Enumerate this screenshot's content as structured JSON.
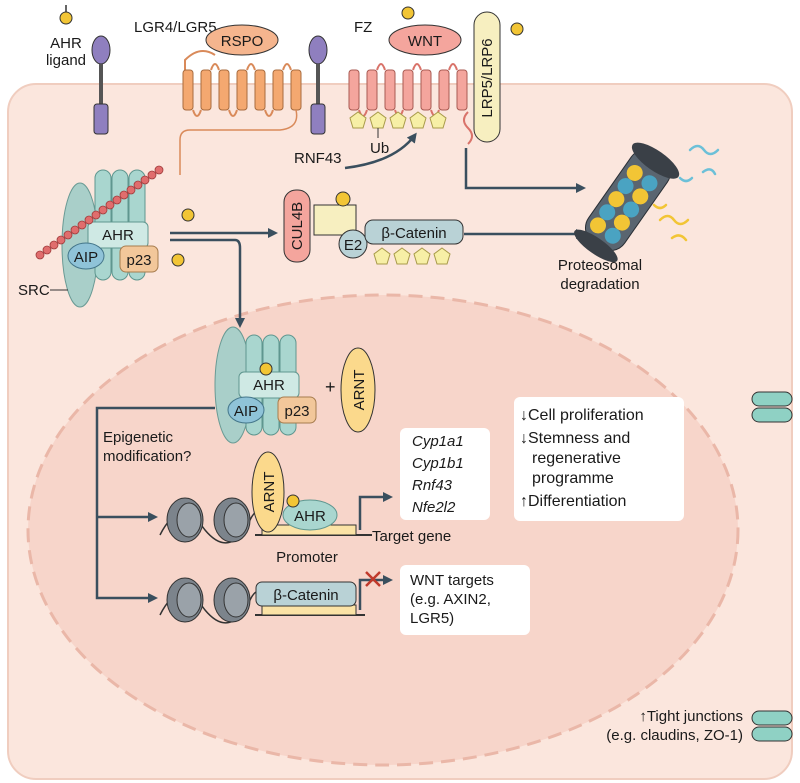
{
  "receptors": {
    "ahr_ligand": "AHR ligand",
    "lgr": "LGR4/LGR5",
    "rspo": "RSPO",
    "fz": "FZ",
    "wnt": "WNT",
    "lrp": "LRP5/LRP6",
    "rnf43": "RNF43",
    "ub": "Ub"
  },
  "cytoplasm": {
    "ahr": "AHR",
    "aip": "AIP",
    "p23": "p23",
    "src": "SRC",
    "cul4b": "CUL4B",
    "e2": "E2",
    "beta_catenin": "β-Catenin",
    "degradation": "Proteosomal degradation"
  },
  "nucleus": {
    "ahr": "AHR",
    "aip": "AIP",
    "p23": "p23",
    "plus": "+",
    "arnt": "ARNT",
    "epigenetic": "Epigenetic modification?",
    "arnt_dna": "ARNT",
    "ahr_dna": "AHR",
    "promoter": "Promoter",
    "target_gene": "Target gene",
    "targets": [
      "Cyp1a1",
      "Cyp1b1",
      "Rnf43",
      "Nfe2l2"
    ],
    "beta_catenin": "β-Catenin",
    "wnt_targets": "WNT targets (e.g. AXIN2, LGR5)"
  },
  "effects": {
    "items": [
      {
        "arrow": "↓",
        "text": "Cell proliferation"
      },
      {
        "arrow": "↓",
        "text": "Stemness and regenerative programme"
      },
      {
        "arrow": "↑",
        "text": "Differentiation"
      }
    ]
  },
  "junctions": {
    "text": "↑Tight junctions (e.g. claudins, ZO-1)"
  },
  "colors": {
    "cell": "#fbe6dd",
    "cell_border": "#f0cdbf",
    "nucleus": "#f7d5ca",
    "ahr": "#a9d6cf",
    "aip": "#8fc3d8",
    "p23": "#f2c79a",
    "arnt": "#fbd98c",
    "rspo": "#f5b58e",
    "wnt": "#f4a59d",
    "beta_catenin": "#b9d2d6",
    "arrow": "#3a4f5e"
  }
}
